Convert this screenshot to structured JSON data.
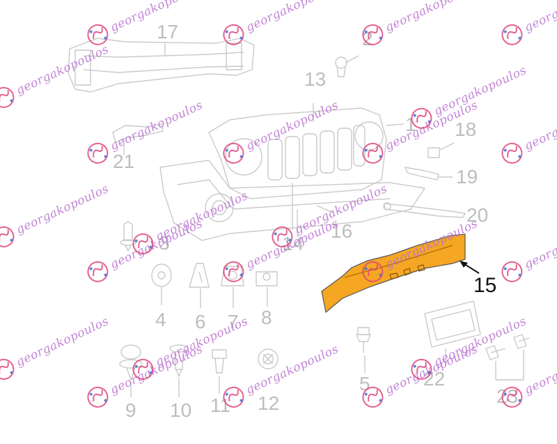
{
  "callouts": [
    {
      "id": "17",
      "label": "17",
      "active": false
    },
    {
      "id": "2",
      "label": "2",
      "active": false
    },
    {
      "id": "13",
      "label": "13",
      "active": false
    },
    {
      "id": "1",
      "label": "1",
      "active": false
    },
    {
      "id": "18",
      "label": "18",
      "active": false
    },
    {
      "id": "21",
      "label": "21",
      "active": false
    },
    {
      "id": "19",
      "label": "19",
      "active": false
    },
    {
      "id": "20",
      "label": "20",
      "active": false
    },
    {
      "id": "16",
      "label": "16",
      "active": false
    },
    {
      "id": "3",
      "label": "3",
      "active": false
    },
    {
      "id": "14",
      "label": "14",
      "active": false
    },
    {
      "id": "15",
      "label": "15",
      "active": true
    },
    {
      "id": "4",
      "label": "4",
      "active": false
    },
    {
      "id": "6",
      "label": "6",
      "active": false
    },
    {
      "id": "7",
      "label": "7",
      "active": false
    },
    {
      "id": "8",
      "label": "8",
      "active": false
    },
    {
      "id": "5",
      "label": "5",
      "active": false
    },
    {
      "id": "22",
      "label": "22",
      "active": false
    },
    {
      "id": "23",
      "label": "23",
      "active": false
    },
    {
      "id": "9",
      "label": "9",
      "active": false
    },
    {
      "id": "10",
      "label": "10",
      "active": false
    },
    {
      "id": "11",
      "label": "11",
      "active": false
    },
    {
      "id": "12",
      "label": "12",
      "active": false
    }
  ],
  "watermark": {
    "text": "georgakopoulos",
    "logo": "gk-logo-icon"
  },
  "colors": {
    "highlight": "#f5a623",
    "line": "#c8c8c8",
    "number": "#bdbdbd",
    "active_number": "#111111",
    "watermark": "#b96fd0"
  }
}
